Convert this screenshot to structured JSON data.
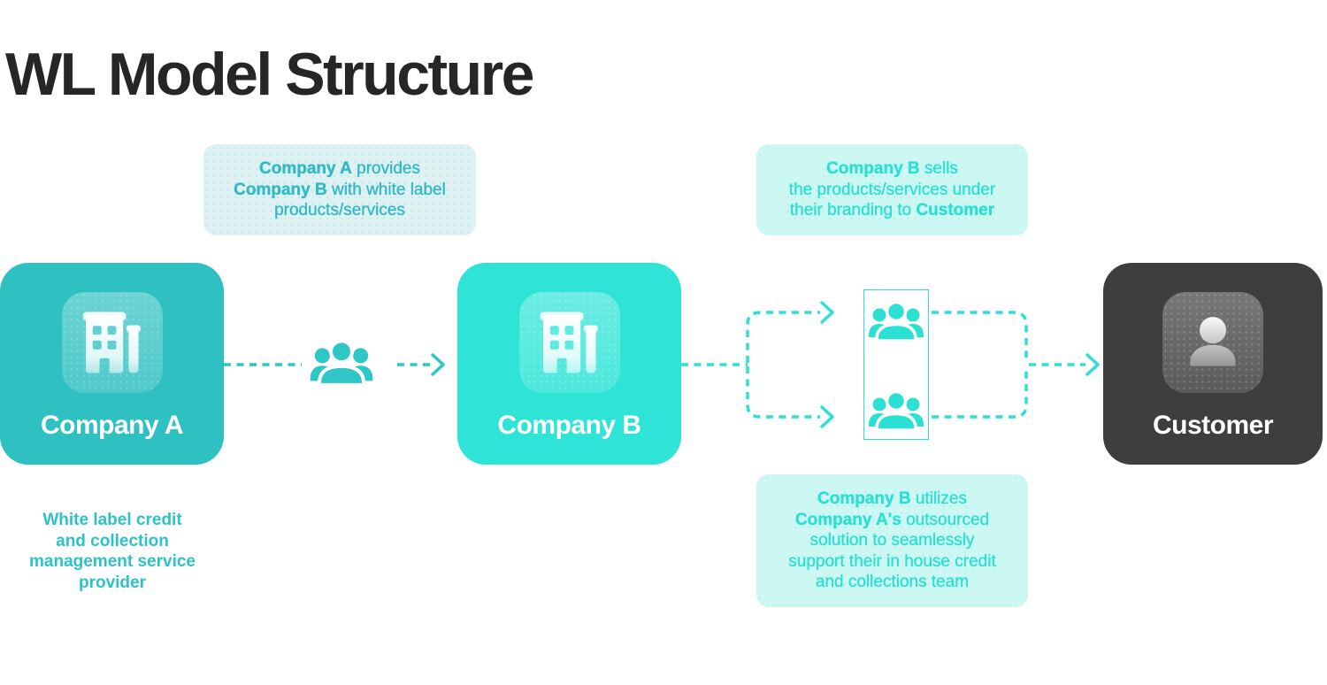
{
  "title": "WL Model Structure",
  "colors": {
    "title_color": "#262626",
    "node_a_color": "#2fc0c2",
    "node_b_color": "#2de4d7",
    "customer_color": "#3e3e3e",
    "node_label_color": "#ffffff",
    "annot_left_bg": "#def2f4",
    "annot_left_text": "#31b9c6",
    "annot_right_bg": "#cdf7f3",
    "annot_right_text": "#2bdfd3",
    "caption_text": "#2cc2c8",
    "connector_left": "#2ec6c7",
    "connector_right": "#2de0d4"
  },
  "nodes": {
    "company_a": {
      "label": "Company A",
      "icon": "building-icon"
    },
    "company_b": {
      "label": "Company B",
      "icon": "building-icon"
    },
    "customer": {
      "label": "Customer",
      "icon": "person-icon"
    }
  },
  "annotations": {
    "a_provides": {
      "lines": [
        "**Company A** provides",
        "**Company B** with white label",
        "products/services"
      ]
    },
    "b_sells": {
      "lines": [
        "**Company B** sells",
        "the products/services under",
        "their branding to **Customer**"
      ]
    },
    "b_utilizes": {
      "lines": [
        "**Company B** utilizes",
        "**Company A's** outsourced",
        "solution to seamlessly",
        "support their in house credit",
        "and collections team"
      ]
    }
  },
  "captions": {
    "company_a": {
      "lines": [
        "White label credit",
        "and collection",
        "management service",
        "provider"
      ]
    }
  },
  "icons": {
    "between_a_and_b": "people-group-icon",
    "team_box": "people-group-icon"
  }
}
